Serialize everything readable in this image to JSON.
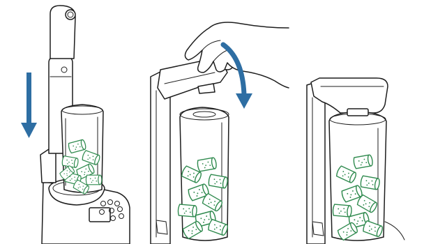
{
  "colors": {
    "arrow": "#2e6ea3",
    "fruit": "#2f8a4e",
    "outline": "#1d1d1d"
  },
  "steps": [
    {
      "icon": "arrow-down-icon",
      "illustration": "blender-arm-raised"
    },
    {
      "icon": "curved-arrow-icon",
      "illustration": "hand-lowering-arm"
    },
    {
      "icon": "lid-closed-icon",
      "illustration": "arm-locked-on-jar"
    }
  ]
}
